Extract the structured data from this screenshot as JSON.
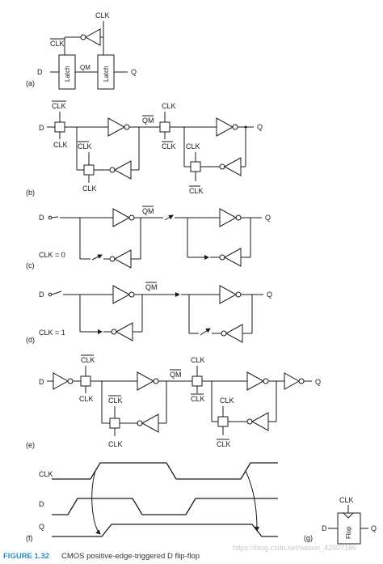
{
  "panels": {
    "a": "(a)",
    "b": "(b)",
    "c": "(c)",
    "d": "(d)",
    "e": "(e)",
    "f": "(f)",
    "g": "(g)"
  },
  "signals": {
    "clk": "CLK",
    "clk_bar": "CLK",
    "d": "D",
    "q": "Q",
    "qm": "QM",
    "qm_bar": "QM"
  },
  "latch_label": "Latch",
  "flop_label": "Flop",
  "states": {
    "clk0": "CLK = 0",
    "clk1": "CLK = 1"
  },
  "caption": {
    "figure": "FIGURE 1.32",
    "text": "CMOS positive-edge-triggered D flip-flop"
  },
  "watermark": "https://blog.csdn.net/weixin_42507186"
}
